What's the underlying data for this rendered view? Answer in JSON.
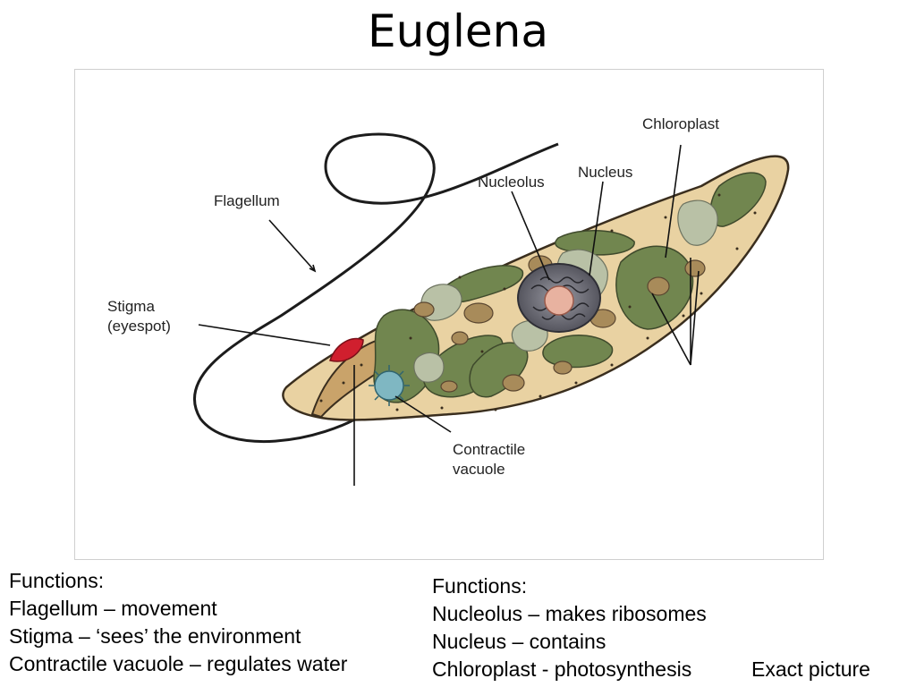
{
  "title": "Euglena",
  "diagram": {
    "labels": {
      "flagellum": "Flagellum",
      "stigma_line1": "Stigma",
      "stigma_line2": "(eyespot)",
      "nucleolus": "Nucleolus",
      "nucleus": "Nucleus",
      "chloroplast": "Chloroplast",
      "contractile_line1": "Contractile",
      "contractile_line2": "vacuole"
    },
    "colors": {
      "cytoplasm": "#e9d2a2",
      "chloroplast": "#71864f",
      "chloroplast_light": "#b9c1a6",
      "stigma": "#d01f2e",
      "nucleus": "#6f6f78",
      "nucleolus": "#e8b2a0",
      "vacuole": "#7fb7c2",
      "granule": "#a88b5a"
    }
  },
  "left_functions": {
    "heading": "Functions:",
    "items": [
      "Flagellum – movement",
      "Stigma – ‘sees’ the environment",
      "Contractile vacuole – regulates water"
    ]
  },
  "right_functions": {
    "heading": "Functions:",
    "items": [
      "Nucleolus – makes ribosomes",
      "Nucleus – contains",
      "Chloroplast - photosynthesis"
    ]
  },
  "note": "Exact picture"
}
